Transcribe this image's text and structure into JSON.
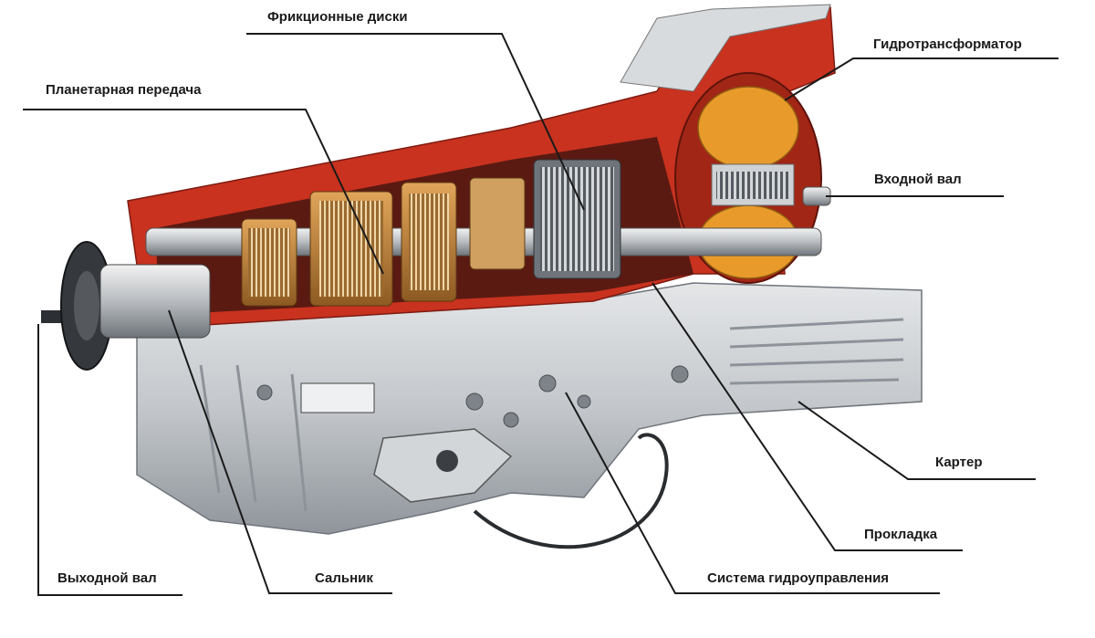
{
  "labels": {
    "planetary_gear": "Планетарная передача",
    "friction_discs": "Фрикционные диски",
    "torque_converter": "Гидротрансформатор",
    "input_shaft": "Входной вал",
    "housing": "Картер",
    "gasket": "Прокладка",
    "hydraulic_control": "Система гидроуправления",
    "oil_seal": "Сальник",
    "output_shaft": "Выходной вал"
  },
  "colors": {
    "casing_red": "#c8321f",
    "aluminium": "#c9ccd0",
    "gear_copper": "#c88a3c",
    "converter_orange": "#e89a2a",
    "leader_line": "#1a1a1a"
  }
}
